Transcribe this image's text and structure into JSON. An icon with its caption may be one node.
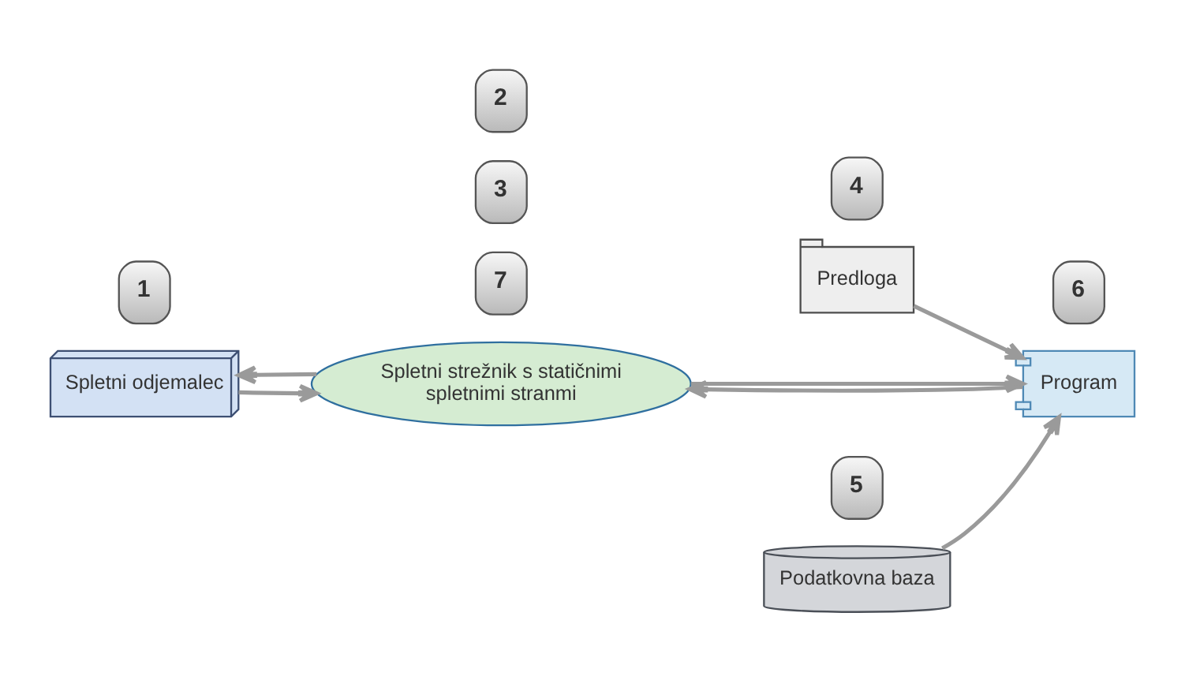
{
  "diagram": {
    "nodes": [
      {
        "text": [
          "Predloga"
        ]
      },
      {
        "text": [
          "Spletni strežnik s statičnimi spletnimi stranmi"
        ]
      },
      {
        "text": [
          "Program"
        ]
      },
      {
        "text": [
          "Spletni odjemalec"
        ]
      },
      {
        "text": [
          "Podatkovna baza"
        ]
      }
    ],
    "edges": [
      {
        "from": 3,
        "to": 1,
        "arrow": "to"
      },
      {
        "from": 1,
        "to": 2,
        "arrow": "to"
      },
      {
        "from": 2,
        "to": 1,
        "arrow": "to"
      },
      {
        "from": 1,
        "to": 3,
        "arrow": "to"
      },
      {
        "from": 0,
        "to": 2,
        "arrow": "to"
      },
      {
        "from": 4,
        "to": 2,
        "arrow": "to"
      }
    ],
    "labels": [
      "4",
      "2",
      "6",
      "1",
      "3",
      "7",
      "5"
    ]
  }
}
